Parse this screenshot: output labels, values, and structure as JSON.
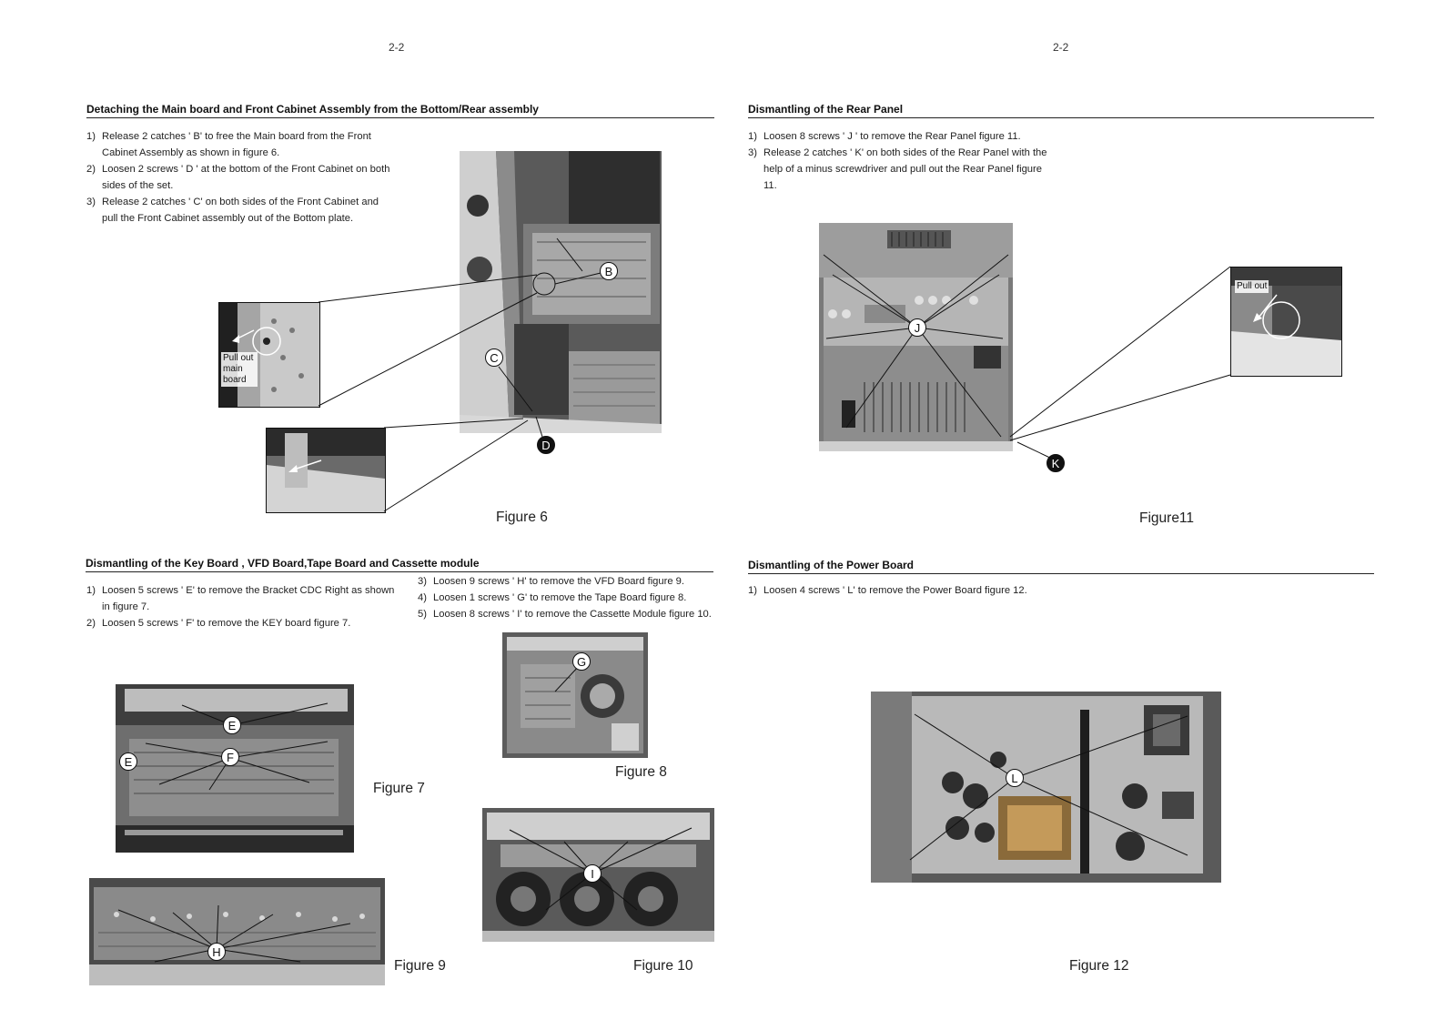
{
  "page_numbers": {
    "left": "2-2",
    "right": "2-2"
  },
  "sections": {
    "main_board": {
      "title": "Detaching the Main board and Front Cabinet Assembly from the Bottom/Rear assembly",
      "steps": [
        {
          "num": "1)",
          "text": "Release 2 catches ' B'  to free the Main board from the Front Cabinet Assembly as shown in figure 6."
        },
        {
          "num": "2)",
          "text": "Loosen 2 screws ' D '  at the bottom of the Front Cabinet on both sides of the set."
        },
        {
          "num": "3)",
          "text": "Release 2 catches ' C'  on both sides of the Front Cabinet and pull the Front Cabinet assembly out of the Bottom plate."
        }
      ],
      "figure_caption": "Figure 6",
      "inset_label": "Pull out main board",
      "callouts": {
        "b": "B",
        "c": "C",
        "d": "D"
      }
    },
    "rear_panel": {
      "title": "Dismantling of the Rear Panel",
      "steps": [
        {
          "num": "1)",
          "text": "Loosen 8 screws ' J '  to remove the Rear Panel figure 11."
        },
        {
          "num": "3)",
          "text": "Release 2 catches ' K'  on both sides of the Rear Panel with the help of a minus screwdriver and pull out the Rear Panel figure 11."
        }
      ],
      "figure_caption": "Figure11",
      "inset_label": "Pull out",
      "callouts": {
        "j": "J",
        "k": "K"
      }
    },
    "key_board": {
      "title": "Dismantling of the Key Board , VFD Board,Tape Board and Cassette module",
      "steps_left": [
        {
          "num": "1)",
          "text": "Loosen 5 screws ' E'  to remove the Bracket CDC Right as shown in figure 7."
        },
        {
          "num": "2)",
          "text": "Loosen 5 screws ' F'  to remove the KEY board figure 7."
        }
      ],
      "steps_right": [
        {
          "num": "3)",
          "text": "Loosen 9 screws ' H'  to remove the VFD Board figure 9."
        },
        {
          "num": "4)",
          "text": "Loosen 1 screws ' G'  to remove the Tape Board figure 8."
        },
        {
          "num": "5)",
          "text": "Loosen 8 screws ' I'  to remove the Cassette Module figure 10."
        }
      ],
      "captions": {
        "fig7": "Figure 7",
        "fig8": "Figure 8",
        "fig9": "Figure 9",
        "fig10": "Figure 10"
      },
      "callouts": {
        "e1": "E",
        "e2": "E",
        "f": "F",
        "g": "G",
        "h": "H",
        "i": "I"
      }
    },
    "power_board": {
      "title": "Dismantling of the Power Board",
      "steps": [
        {
          "num": "1)",
          "text": "Loosen 4 screws ' L'  to remove the Power Board figure 12."
        }
      ],
      "figure_caption": "Figure 12",
      "callouts": {
        "l": "L"
      }
    }
  }
}
